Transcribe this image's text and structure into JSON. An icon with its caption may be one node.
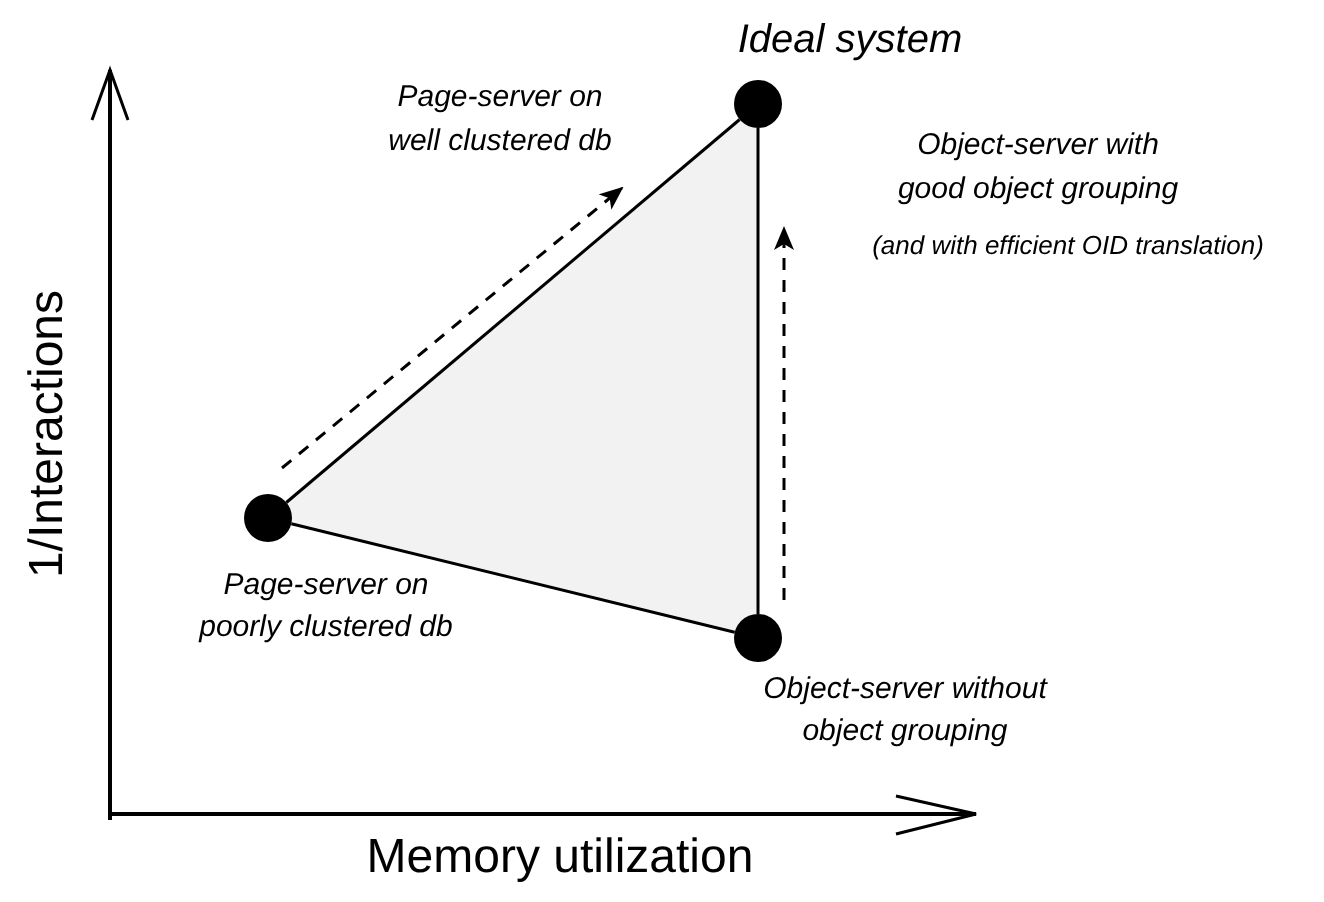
{
  "diagram": {
    "nodes": [
      {
        "text": [],
        "shape": "circle",
        "beside": [
          "Page-server on poorly clustered db"
        ]
      },
      {
        "text": [],
        "shape": "circle",
        "beside": [
          "Ideal system"
        ]
      },
      {
        "text": [],
        "shape": "circle",
        "beside": [
          "Object-server without object grouping"
        ]
      }
    ],
    "edges": [
      {
        "from": 0,
        "to": 1,
        "arrow": "none"
      },
      {
        "from": 1,
        "to": 2,
        "arrow": "none"
      },
      {
        "from": 0,
        "to": 2,
        "arrow": "none"
      },
      {
        "from": 0,
        "to": 1,
        "arrow": "to",
        "style": "dashed",
        "label": "Page-server on well clustered db"
      },
      {
        "from": 2,
        "to": 1,
        "arrow": "to",
        "style": "dashed",
        "label": "Object-server with good object grouping"
      }
    ],
    "labels": [
      "(and with efficient OID translation)",
      "1/Interactions",
      "Memory utilization"
    ]
  }
}
